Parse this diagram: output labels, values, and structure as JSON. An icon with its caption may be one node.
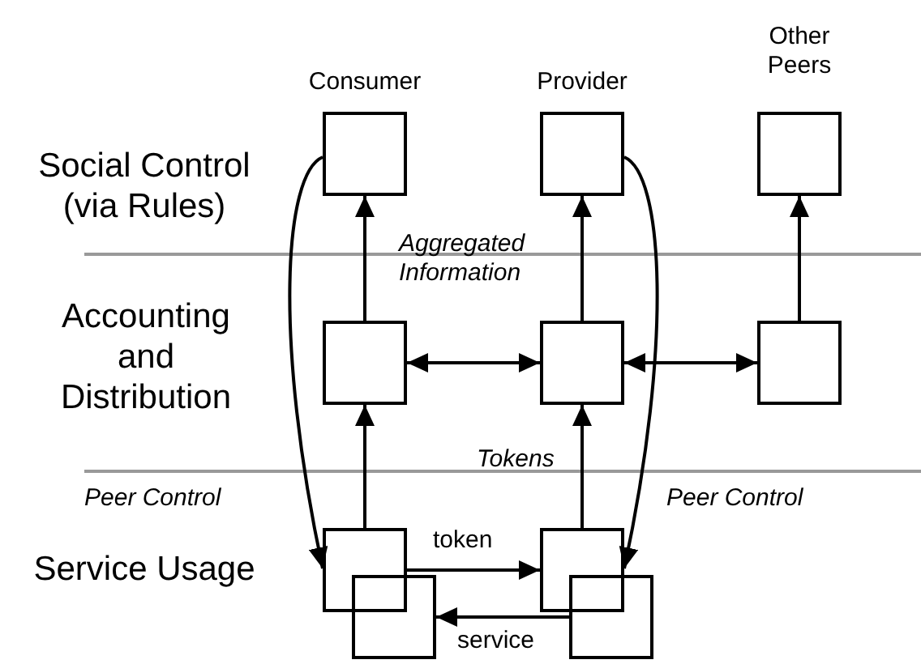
{
  "diagram": {
    "nodes": [
      {
        "text": [],
        "shape": "box"
      },
      {
        "text": [],
        "shape": "box"
      },
      {
        "text": [],
        "shape": "box"
      },
      {
        "text": [],
        "shape": "box"
      },
      {
        "text": [],
        "shape": "box"
      },
      {
        "text": [],
        "shape": "box"
      },
      {
        "text": [],
        "shape": "box"
      },
      {
        "text": [],
        "shape": "box"
      },
      {
        "text": [],
        "shape": "box"
      },
      {
        "text": [],
        "shape": "box"
      }
    ],
    "edges": [
      {
        "from": 3,
        "to": 0,
        "arrow": "to"
      },
      {
        "from": 4,
        "to": 1,
        "arrow": "to"
      },
      {
        "from": 5,
        "to": 2,
        "arrow": "to"
      },
      {
        "from": 3,
        "to": 4,
        "arrow": "both"
      },
      {
        "from": 4,
        "to": 5,
        "arrow": "both"
      },
      {
        "from": 6,
        "to": 3,
        "arrow": "to"
      },
      {
        "from": 8,
        "to": 4,
        "arrow": "to"
      },
      {
        "from": 0,
        "to": 6,
        "arrow": "to",
        "label": "Peer Control"
      },
      {
        "from": 1,
        "to": 8,
        "arrow": "to",
        "label": "Peer Control"
      },
      {
        "from": 6,
        "to": 8,
        "arrow": "to",
        "label": "token"
      },
      {
        "from": 9,
        "to": 7,
        "arrow": "to",
        "label": "service"
      }
    ],
    "labels": [
      "Consumer",
      "Provider",
      "Other Peers",
      "Social Control (via Rules)",
      "Aggregated Information",
      "Accounting and Distribution",
      "Tokens",
      "Service Usage"
    ]
  }
}
